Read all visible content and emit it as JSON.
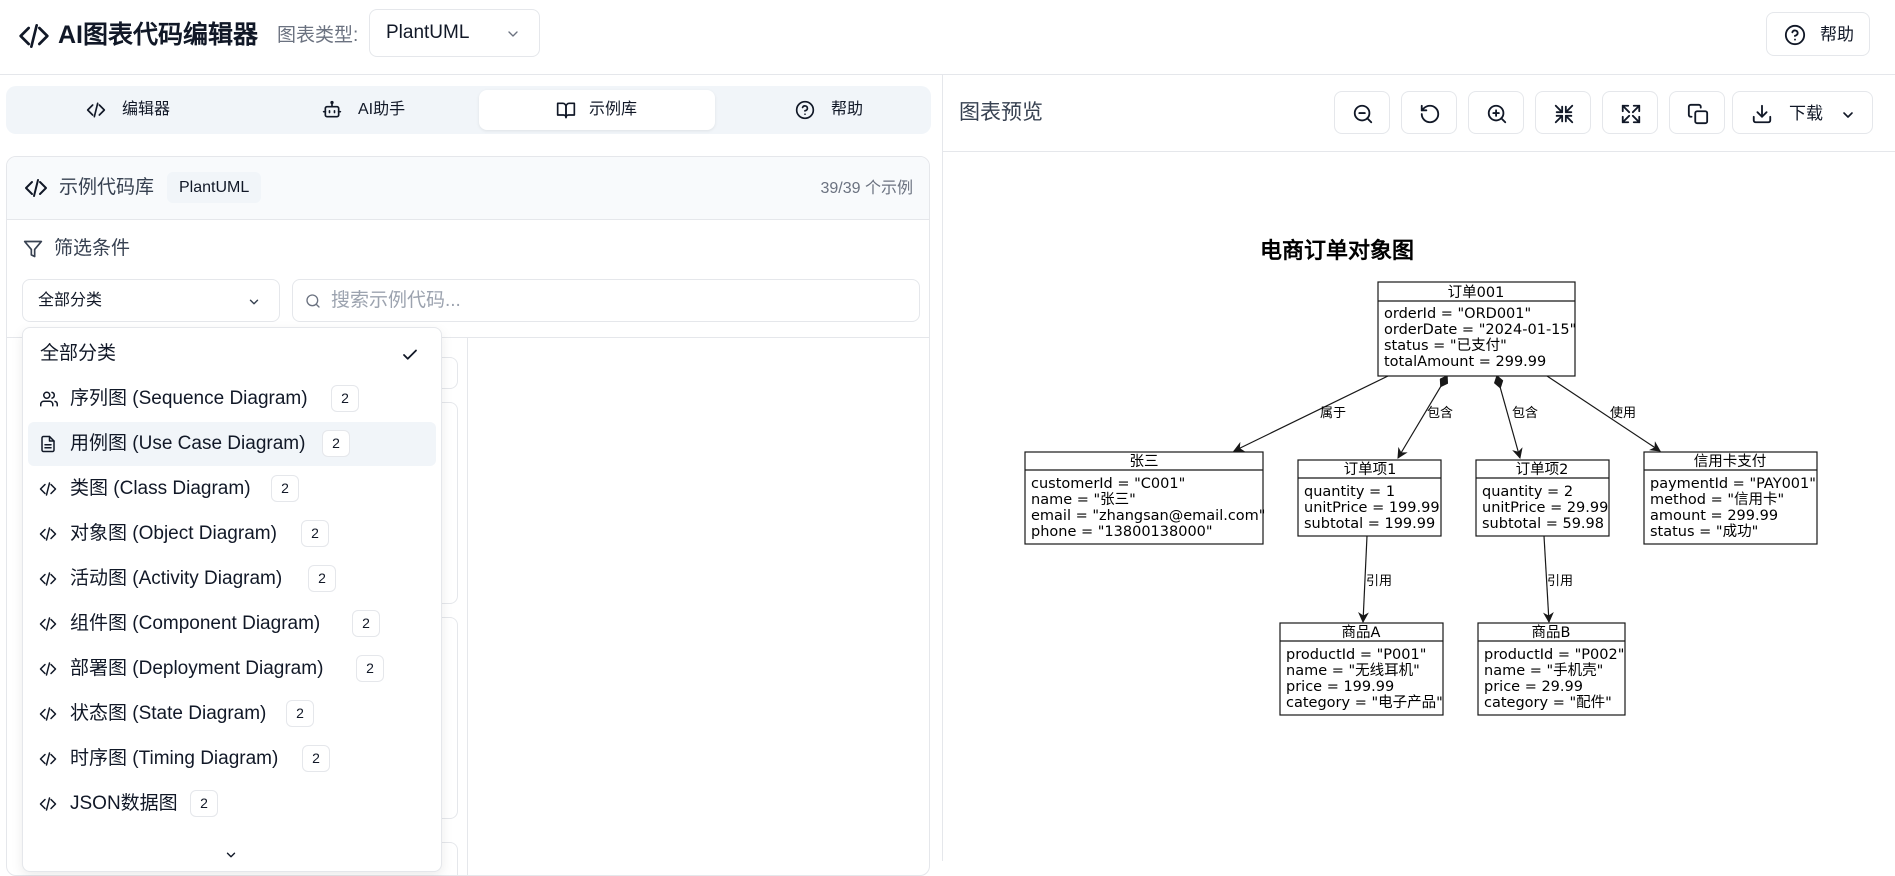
{
  "header": {
    "app_title": "AI图表代码编辑器",
    "type_label": "图表类型:",
    "type_value": "PlantUML",
    "help_label": "帮助"
  },
  "tabs": [
    {
      "label": "编辑器",
      "icon": "code-icon"
    },
    {
      "label": "AI助手",
      "icon": "bot-icon"
    },
    {
      "label": "示例库",
      "icon": "book-icon",
      "active": true
    },
    {
      "label": "帮助",
      "icon": "help-circle-icon"
    }
  ],
  "library": {
    "title": "示例代码库",
    "badge": "PlantUML",
    "count": "39/39 个示例"
  },
  "filter": {
    "title": "筛选条件",
    "category_value": "全部分类",
    "search_placeholder": "搜索示例代码..."
  },
  "dropdown": {
    "items": [
      {
        "label": "全部分类",
        "icon": "",
        "count": "",
        "selected": true
      },
      {
        "label": "序列图 (Sequence Diagram)",
        "icon": "users-icon",
        "count": "2"
      },
      {
        "label": "用例图 (Use Case Diagram)",
        "icon": "file-icon",
        "count": "2",
        "highlighted": true
      },
      {
        "label": "类图 (Class Diagram)",
        "icon": "code-icon",
        "count": "2"
      },
      {
        "label": "对象图 (Object Diagram)",
        "icon": "code-icon",
        "count": "2"
      },
      {
        "label": "活动图 (Activity Diagram)",
        "icon": "code-icon",
        "count": "2"
      },
      {
        "label": "组件图 (Component Diagram)",
        "icon": "code-icon",
        "count": "2"
      },
      {
        "label": "部署图 (Deployment Diagram)",
        "icon": "code-icon",
        "count": "2"
      },
      {
        "label": "状态图 (State Diagram)",
        "icon": "code-icon",
        "count": "2"
      },
      {
        "label": "时序图 (Timing Diagram)",
        "icon": "code-icon",
        "count": "2"
      },
      {
        "label": "JSON数据图",
        "icon": "code-icon",
        "count": "2"
      }
    ]
  },
  "preview": {
    "title": "图表预览",
    "download_label": "下载",
    "toolbar_icons": [
      "zoom-out-icon",
      "reset-icon",
      "zoom-in-icon",
      "shrink-icon",
      "fullscreen-icon",
      "copy-icon"
    ]
  },
  "diagram": {
    "title": "电商订单对象图",
    "objects": {
      "order": {
        "name": "订单001",
        "fields": [
          "orderId = \"ORD001\"",
          "orderDate = \"2024-01-15\"",
          "status = \"已支付\"",
          "totalAmount = 299.99"
        ]
      },
      "customer": {
        "name": "张三",
        "fields": [
          "customerId = \"C001\"",
          "name = \"张三\"",
          "email = \"zhangsan@email.com\"",
          "phone = \"13800138000\""
        ]
      },
      "item1": {
        "name": "订单项1",
        "fields": [
          "quantity = 1",
          "unitPrice = 199.99",
          "subtotal = 199.99"
        ]
      },
      "item2": {
        "name": "订单项2",
        "fields": [
          "quantity = 2",
          "unitPrice = 29.99",
          "subtotal = 59.98"
        ]
      },
      "payment": {
        "name": "信用卡支付",
        "fields": [
          "paymentId = \"PAY001\"",
          "method = \"信用卡\"",
          "amount = 299.99",
          "status = \"成功\""
        ]
      },
      "productA": {
        "name": "商品A",
        "fields": [
          "productId = \"P001\"",
          "name = \"无线耳机\"",
          "price = 199.99",
          "category = \"电子产品\""
        ]
      },
      "productB": {
        "name": "商品B",
        "fields": [
          "productId = \"P002\"",
          "name = \"手机壳\"",
          "price = 29.99",
          "category = \"配件\""
        ]
      }
    },
    "links": {
      "belongs": "属于",
      "contains1": "包含",
      "contains2": "包含",
      "uses": "使用",
      "ref1": "引用",
      "ref2": "引用"
    }
  }
}
